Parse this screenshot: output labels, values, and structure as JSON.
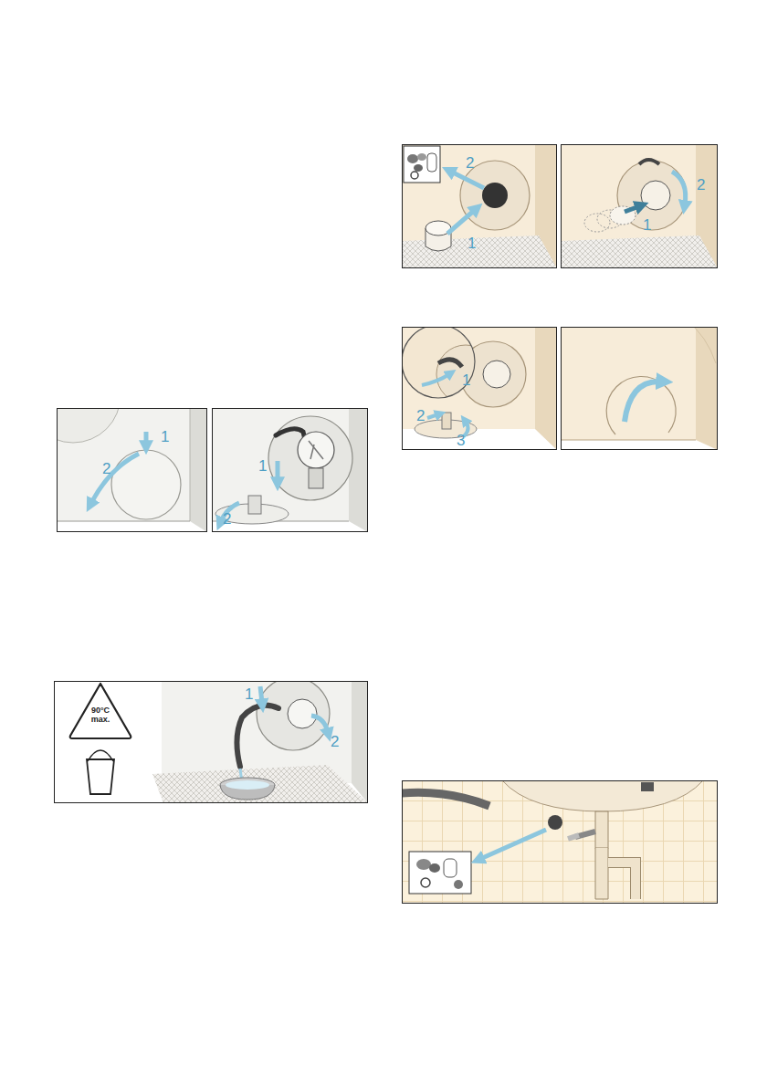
{
  "diagram": {
    "labels": [
      "1",
      "2",
      "1",
      "2",
      "90°C max.",
      "1",
      "2",
      "2",
      "1",
      "1",
      "2",
      "1",
      "2",
      "3"
    ]
  }
}
